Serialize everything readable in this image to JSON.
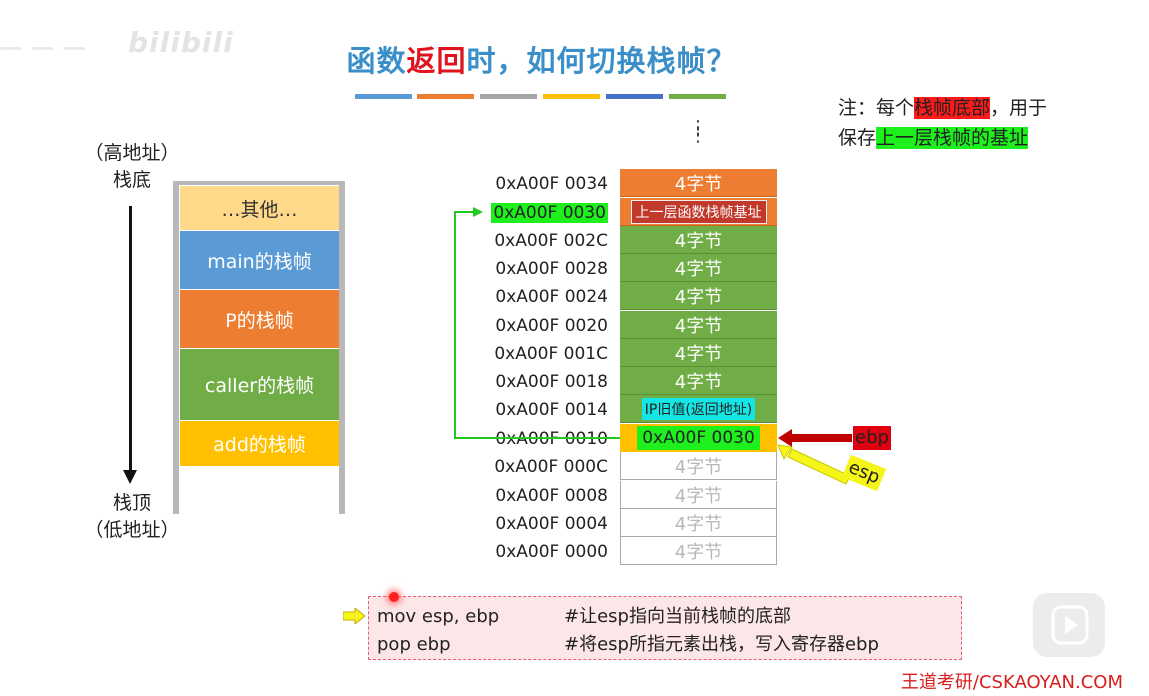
{
  "watermark": {
    "left_text": "一 一 一",
    "logo_text": "bilibili"
  },
  "title": {
    "part1": "函数",
    "highlight": "返回",
    "part2": "时，如何切换栈帧？"
  },
  "color_bars": [
    "#5b9bd5",
    "#ed7d31",
    "#a5a5a5",
    "#ffc000",
    "#4472c4",
    "#70ad47"
  ],
  "note": {
    "line1_pre": "注：每个",
    "line1_red": "栈帧底部",
    "line1_post": "，用于",
    "line2_pre": "保存",
    "line2_green": "上一层栈帧的基址"
  },
  "left_stack": {
    "top_label_1": "（高地址）",
    "top_label_2": "栈底",
    "bottom_label_1": "栈顶",
    "bottom_label_2": "（低地址）",
    "frames": [
      {
        "label": "…其他…",
        "color": "#ffd98a",
        "text_color": "#333333"
      },
      {
        "label": "main的栈帧",
        "color": "#5b9bd5",
        "text_color": "#ffffff"
      },
      {
        "label": "P的栈帧",
        "color": "#ed7d31",
        "text_color": "#ffffff"
      },
      {
        "label": "caller的栈帧",
        "color": "#70ad47",
        "text_color": "#ffffff"
      },
      {
        "label": "add的栈帧",
        "color": "#ffc000",
        "text_color": "#ffffff"
      }
    ]
  },
  "memory": {
    "vdots": "⋮",
    "rows": [
      {
        "address": "0xA00F 0034",
        "content": "4字节"
      },
      {
        "address": "0xA00F 0030",
        "content": "上一层函数栈帧基址"
      },
      {
        "address": "0xA00F 002C",
        "content": "4字节"
      },
      {
        "address": "0xA00F 0028",
        "content": "4字节"
      },
      {
        "address": "0xA00F 0024",
        "content": "4字节"
      },
      {
        "address": "0xA00F 0020",
        "content": "4字节"
      },
      {
        "address": "0xA00F 001C",
        "content": "4字节"
      },
      {
        "address": "0xA00F 0018",
        "content": "4字节"
      },
      {
        "address": "0xA00F 0014",
        "content": "IP旧值(返回地址)"
      },
      {
        "address": "0xA00F 0010",
        "content": "0xA00F 0030"
      },
      {
        "address": "0xA00F 000C",
        "content": "4字节"
      },
      {
        "address": "0xA00F 0008",
        "content": "4字节"
      },
      {
        "address": "0xA00F 0004",
        "content": "4字节"
      },
      {
        "address": "0xA00F 0000",
        "content": "4字节"
      }
    ]
  },
  "pointers": {
    "ebp": "ebp",
    "esp": "esp",
    "ebp_color": "#c00000",
    "esp_color": "#f5f51a"
  },
  "code": {
    "line1_instr": "mov esp, ebp",
    "line1_comment": "#让esp指向当前栈帧的底部",
    "line2_instr": "pop ebp",
    "line2_comment": "#将esp所指元素出栈，写入寄存器ebp"
  },
  "brand": "王道考研/CSKAOYAN.COM"
}
